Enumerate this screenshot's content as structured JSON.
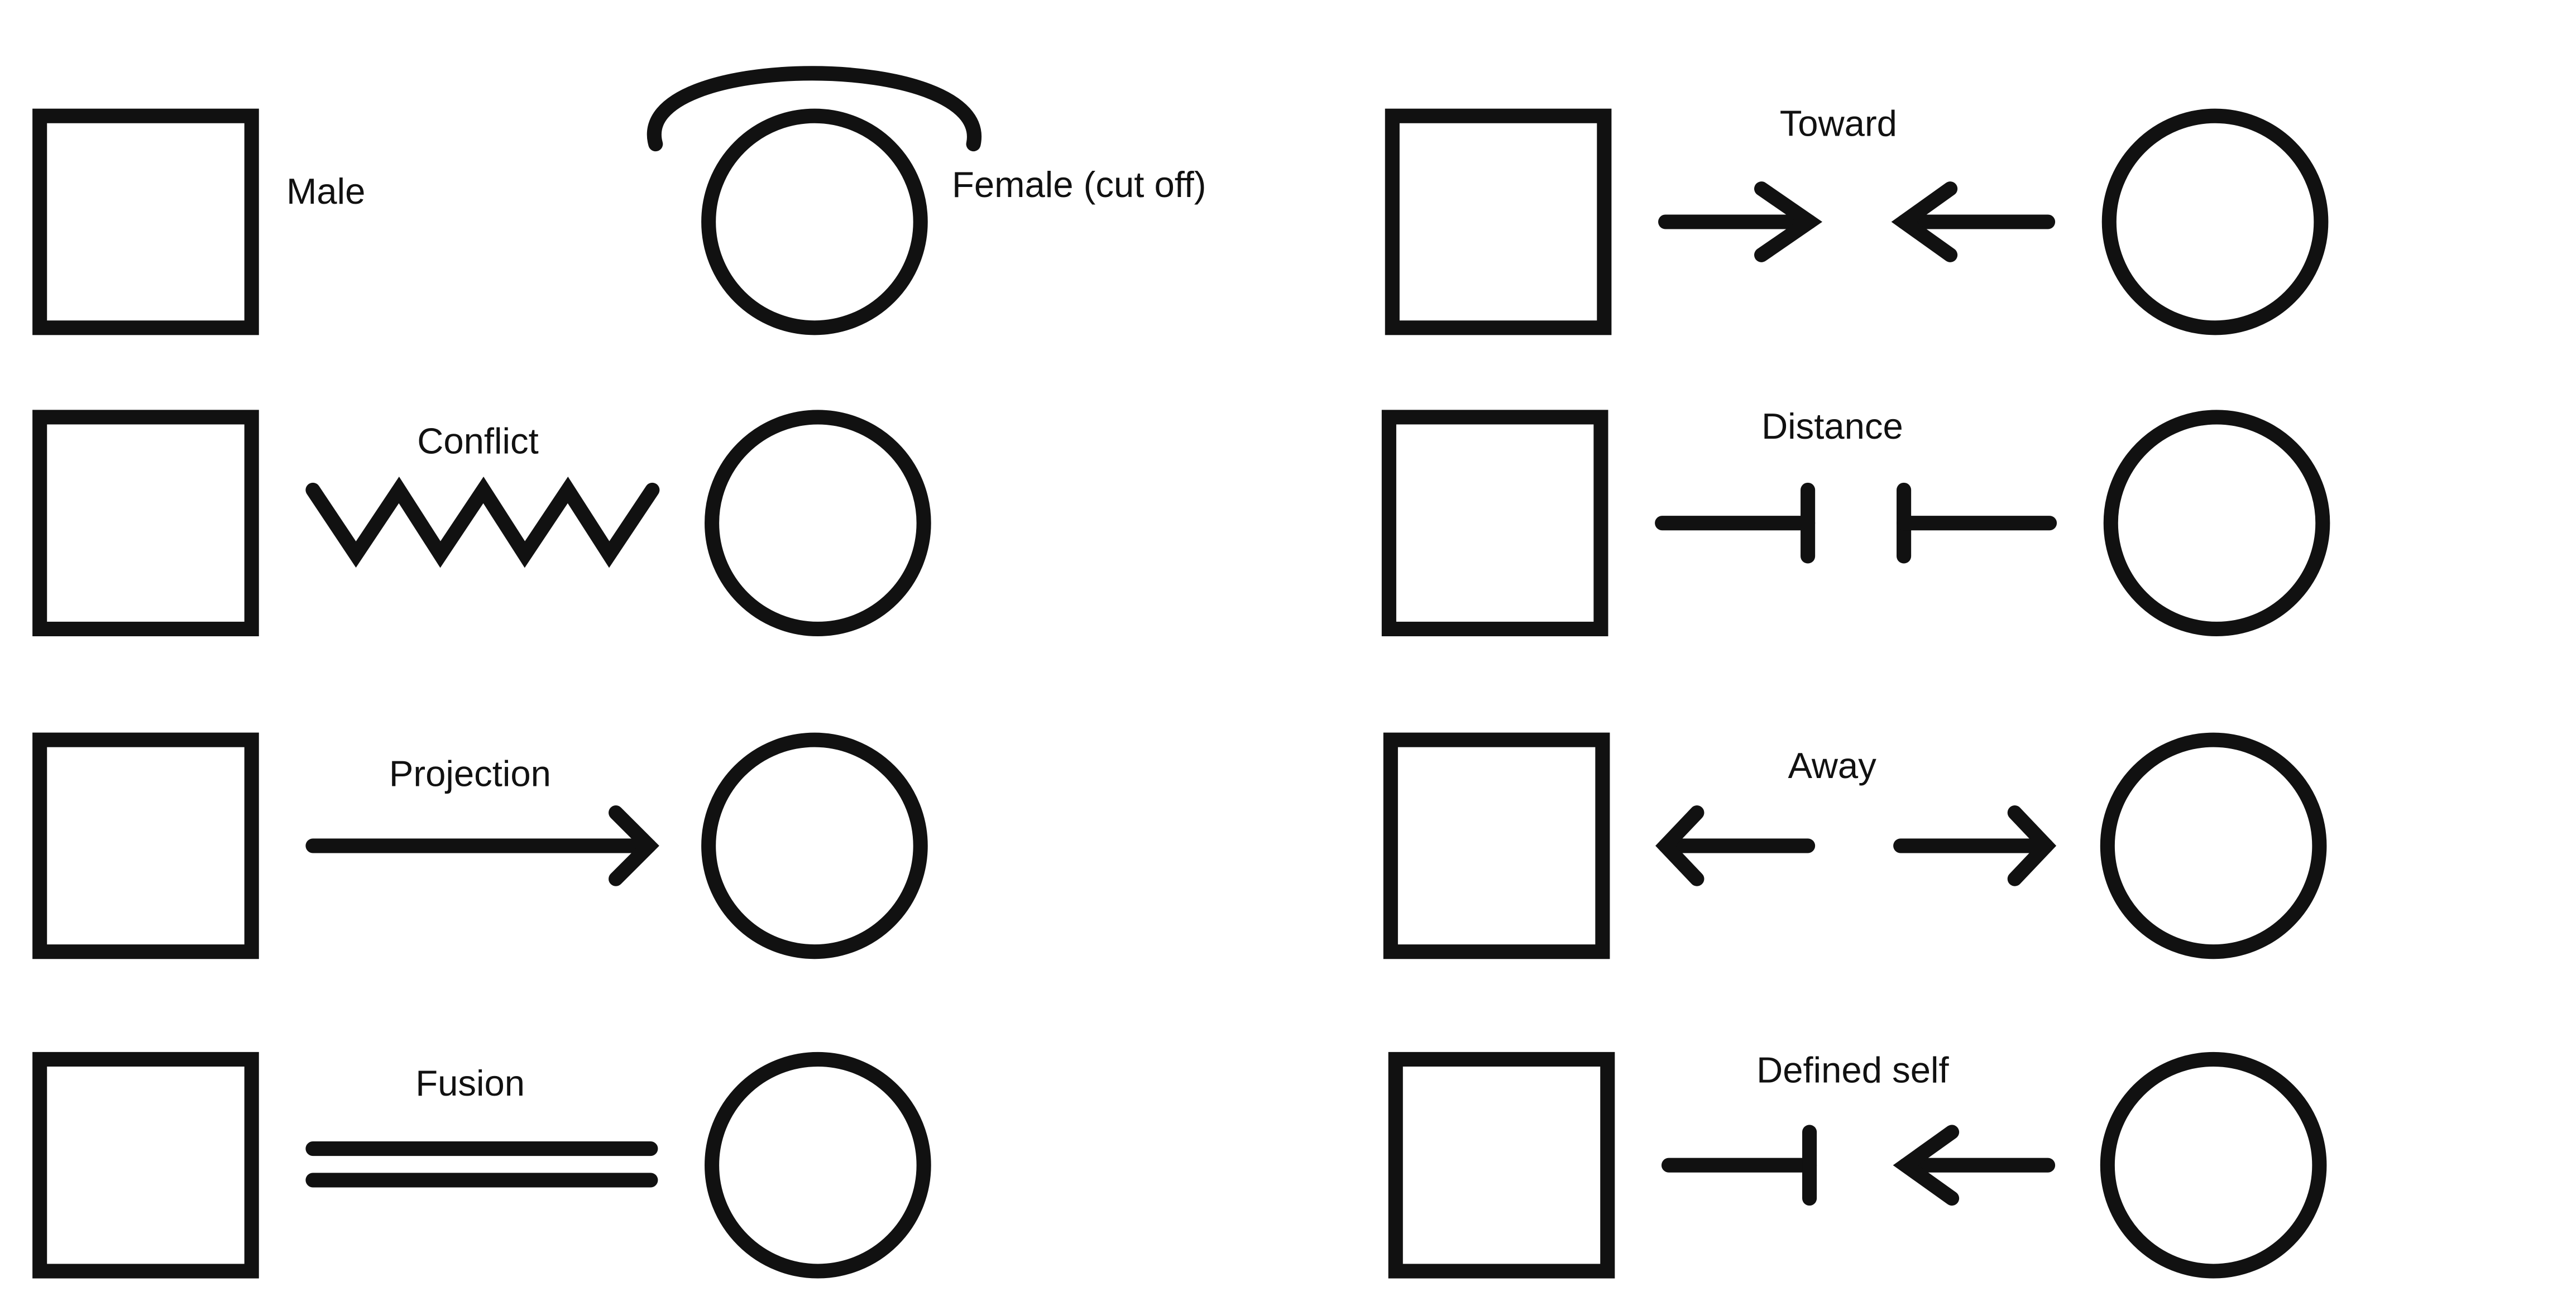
{
  "legend": {
    "male": "Male",
    "female_cut_off": "Female (cut off)",
    "conflict": "Conflict",
    "projection": "Projection",
    "fusion": "Fusion",
    "toward": "Toward",
    "distance": "Distance",
    "away": "Away",
    "defined_self": "Defined self"
  },
  "colors": {
    "stroke": "#111111",
    "background": "#ffffff"
  }
}
